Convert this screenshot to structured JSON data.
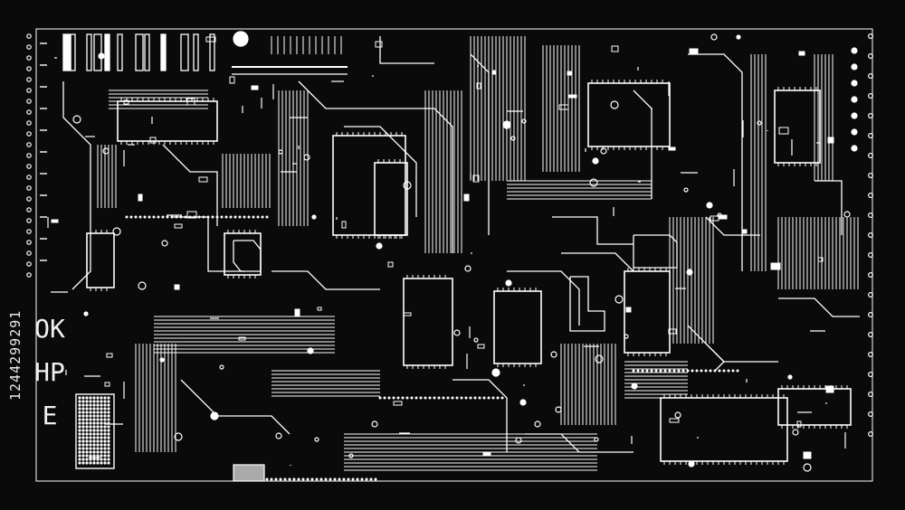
{
  "artwork": {
    "theme": "circuit-board",
    "background_color": "#0a0a0a",
    "trace_color": "#ffffff",
    "side_text": "1244299291",
    "side_glyphs": [
      "OK",
      "HP",
      "E"
    ]
  }
}
